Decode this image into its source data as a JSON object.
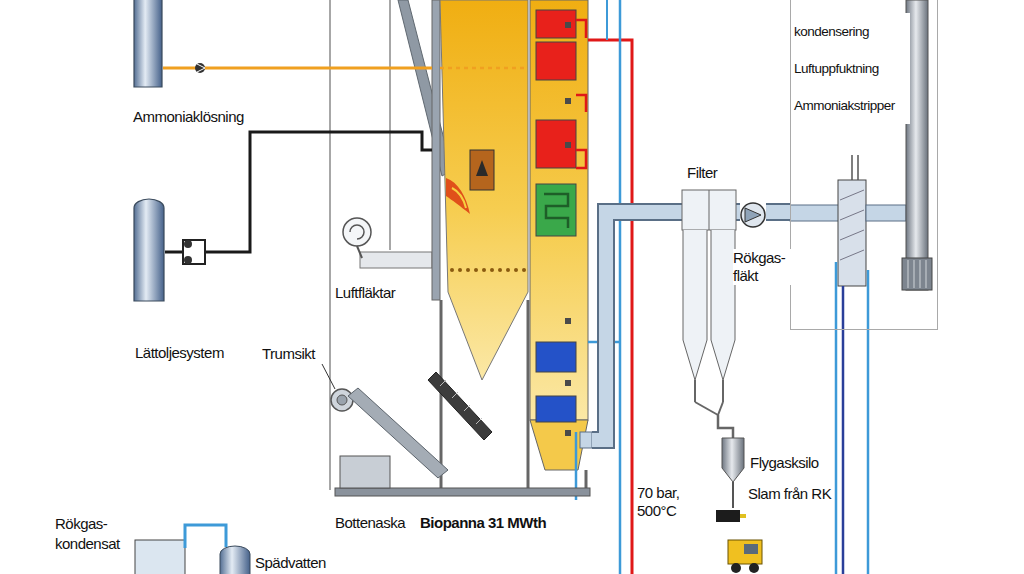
{
  "diagram": {
    "nodes": [
      {
        "text": [
          "Ammoniaklösning"
        ]
      },
      {
        "text": [
          "Lättoljesystem"
        ]
      },
      {
        "text": [
          "Biopanna 31 MWth"
        ]
      },
      {
        "text": [
          "Filter"
        ]
      },
      {
        "text": [
          "Rökgas- fläkt"
        ]
      },
      {
        "text": [
          "kondensering Luftuppfuktning Ammoniakstripper"
        ]
      },
      {
        "text": [
          "Flygasksilo"
        ]
      }
    ],
    "edges": [
      {
        "from": 0,
        "to": 2,
        "arrow": "none"
      },
      {
        "from": 1,
        "to": 2,
        "arrow": "none"
      },
      {
        "from": 2,
        "to": 3,
        "arrow": "none"
      },
      {
        "from": 3,
        "to": 4,
        "arrow": "none"
      },
      {
        "from": 4,
        "to": 5,
        "arrow": "none"
      },
      {
        "from": 3,
        "to": 6,
        "arrow": "none"
      }
    ],
    "labels": [
      "Luftfläktar",
      "Trumsikt",
      "Bottenaska",
      "70 bar, 500°C",
      "Slam från RK",
      "Rökgas- kondensat",
      "Spädvatten"
    ]
  }
}
